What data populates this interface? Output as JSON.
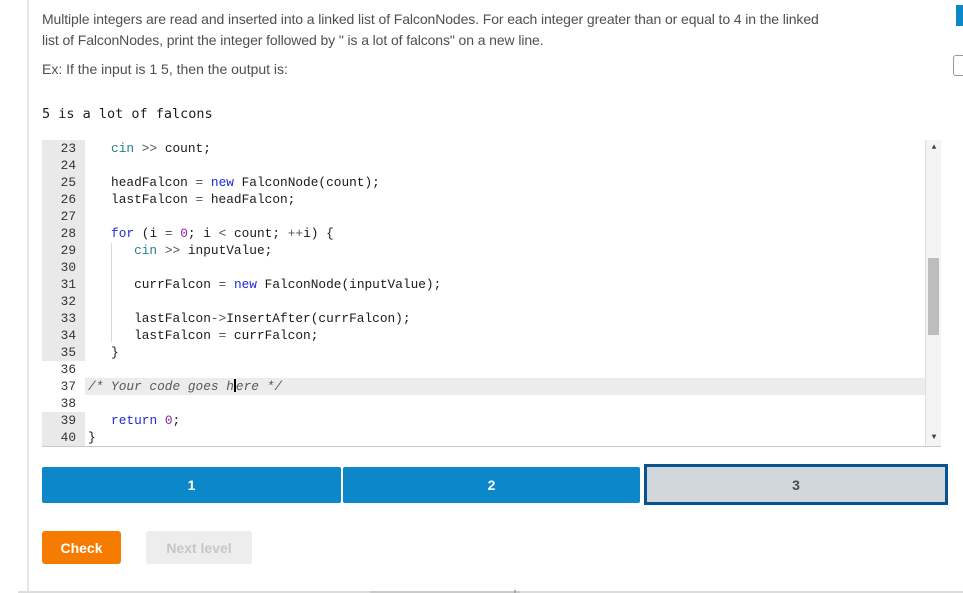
{
  "colors": {
    "accent_blue": "#0c87c9",
    "step_border_navy": "#09538e",
    "check_orange": "#f57c00",
    "gutter_gray": "#e9e9e9",
    "active_line": "#ececec",
    "keyword_blue": "#1f2ad6",
    "stream_teal": "#26818e",
    "number_purple": "#8e24a0",
    "comment_gray": "#56595e"
  },
  "problem": {
    "line1": "Multiple integers are read and inserted into a linked list of FalconNodes. For each integer greater than or equal to 4 in the linked",
    "line2": "list of FalconNodes, print the integer followed by \" is a lot of falcons\" on a new line.",
    "example_intro": "Ex: If the input is 1 5, then the output is:",
    "example_output": "5 is a lot of falcons"
  },
  "editor": {
    "first_line": 23,
    "last_line": 40,
    "lines": [
      {
        "num": 23,
        "region": "ro",
        "tokens": [
          [
            "p",
            "   "
          ],
          [
            "io",
            "cin"
          ],
          [
            "p",
            " "
          ],
          [
            "op",
            ">>"
          ],
          [
            "p",
            " count;"
          ]
        ]
      },
      {
        "num": 24,
        "region": "ro",
        "tokens": []
      },
      {
        "num": 25,
        "region": "ro",
        "tokens": [
          [
            "p",
            "   headFalcon "
          ],
          [
            "op",
            "="
          ],
          [
            "p",
            " "
          ],
          [
            "kw",
            "new"
          ],
          [
            "p",
            " FalconNode(count);"
          ]
        ]
      },
      {
        "num": 26,
        "region": "ro",
        "tokens": [
          [
            "p",
            "   lastFalcon "
          ],
          [
            "op",
            "="
          ],
          [
            "p",
            " headFalcon;"
          ]
        ]
      },
      {
        "num": 27,
        "region": "ro",
        "tokens": []
      },
      {
        "num": 28,
        "region": "ro",
        "tokens": [
          [
            "p",
            "   "
          ],
          [
            "kw",
            "for"
          ],
          [
            "p",
            " (i "
          ],
          [
            "op",
            "="
          ],
          [
            "p",
            " "
          ],
          [
            "num",
            "0"
          ],
          [
            "p",
            "; i "
          ],
          [
            "op",
            "<"
          ],
          [
            "p",
            " count; "
          ],
          [
            "op",
            "++"
          ],
          [
            "p",
            "i) {"
          ]
        ]
      },
      {
        "num": 29,
        "region": "ro",
        "tokens": [
          [
            "p",
            "      "
          ],
          [
            "io",
            "cin"
          ],
          [
            "p",
            " "
          ],
          [
            "op",
            ">>"
          ],
          [
            "p",
            " inputValue;"
          ]
        ]
      },
      {
        "num": 30,
        "region": "ro",
        "tokens": []
      },
      {
        "num": 31,
        "region": "ro",
        "tokens": [
          [
            "p",
            "      currFalcon "
          ],
          [
            "op",
            "="
          ],
          [
            "p",
            " "
          ],
          [
            "kw",
            "new"
          ],
          [
            "p",
            " FalconNode(inputValue);"
          ]
        ]
      },
      {
        "num": 32,
        "region": "ro",
        "tokens": []
      },
      {
        "num": 33,
        "region": "ro",
        "tokens": [
          [
            "p",
            "      lastFalcon"
          ],
          [
            "op",
            "->"
          ],
          [
            "p",
            "InsertAfter(currFalcon);"
          ]
        ]
      },
      {
        "num": 34,
        "region": "ro",
        "tokens": [
          [
            "p",
            "      lastFalcon "
          ],
          [
            "op",
            "="
          ],
          [
            "p",
            " currFalcon;"
          ]
        ]
      },
      {
        "num": 35,
        "region": "ro",
        "tokens": [
          [
            "p",
            "   }"
          ]
        ]
      },
      {
        "num": 36,
        "region": "ed",
        "tokens": []
      },
      {
        "num": 37,
        "region": "ed",
        "active": true,
        "tokens": [
          [
            "cmt",
            "/* Your code goes h"
          ],
          [
            "cursor",
            ""
          ],
          [
            "cmt",
            "ere */"
          ]
        ]
      },
      {
        "num": 38,
        "region": "ed",
        "tokens": []
      },
      {
        "num": 39,
        "region": "ro",
        "tokens": [
          [
            "p",
            "   "
          ],
          [
            "kw",
            "return"
          ],
          [
            "p",
            " "
          ],
          [
            "num",
            "0"
          ],
          [
            "p",
            ";"
          ]
        ]
      },
      {
        "num": 40,
        "region": "ro",
        "tokens": [
          [
            "p",
            "}"
          ]
        ]
      }
    ],
    "scrollbar": {
      "up_icon": "▲",
      "down_icon": "▼"
    }
  },
  "steps": [
    {
      "label": "1",
      "state": "done"
    },
    {
      "label": "2",
      "state": "done"
    },
    {
      "label": "3",
      "state": "current"
    }
  ],
  "actions": {
    "check": "Check",
    "next_level": "Next level"
  }
}
